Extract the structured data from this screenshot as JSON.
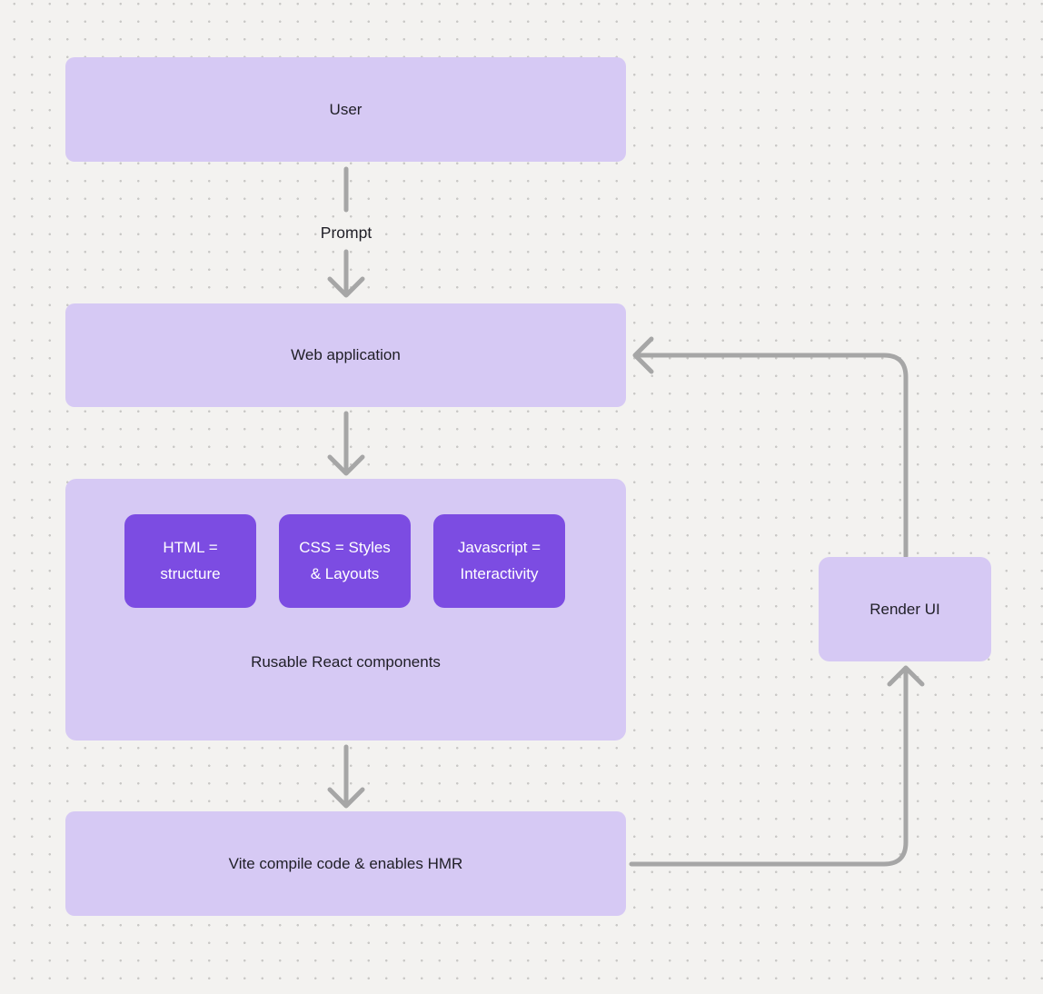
{
  "nodes": {
    "user": {
      "label": "User"
    },
    "web_application": {
      "label": "Web application"
    },
    "html": {
      "label": "HTML = structure"
    },
    "css": {
      "label": "CSS = Styles & Layouts"
    },
    "javascript": {
      "label": "Javascript = Interactivity"
    },
    "components_group": {
      "label": "Rusable React components"
    },
    "vite": {
      "label": "Vite compile code & enables HMR"
    },
    "render_ui": {
      "label": "Render UI"
    }
  },
  "edges": [
    {
      "from": "user",
      "to": "web_application",
      "label": "Prompt",
      "direction": "down"
    },
    {
      "from": "web_application",
      "to": "components_group",
      "direction": "down"
    },
    {
      "from": "components_group",
      "to": "vite",
      "direction": "down"
    },
    {
      "from": "vite",
      "to": "render_ui",
      "direction": "right-then-up"
    },
    {
      "from": "render_ui",
      "to": "web_application",
      "direction": "up-then-left"
    }
  ],
  "colors": {
    "background": "#f3f2f0",
    "dot": "#c9c8c6",
    "node_fill": "#d6c9f4",
    "accent_fill": "#7c4ce2",
    "accent_text": "#ffffff",
    "text": "#1f1e26",
    "arrow": "#a6a6a6"
  }
}
